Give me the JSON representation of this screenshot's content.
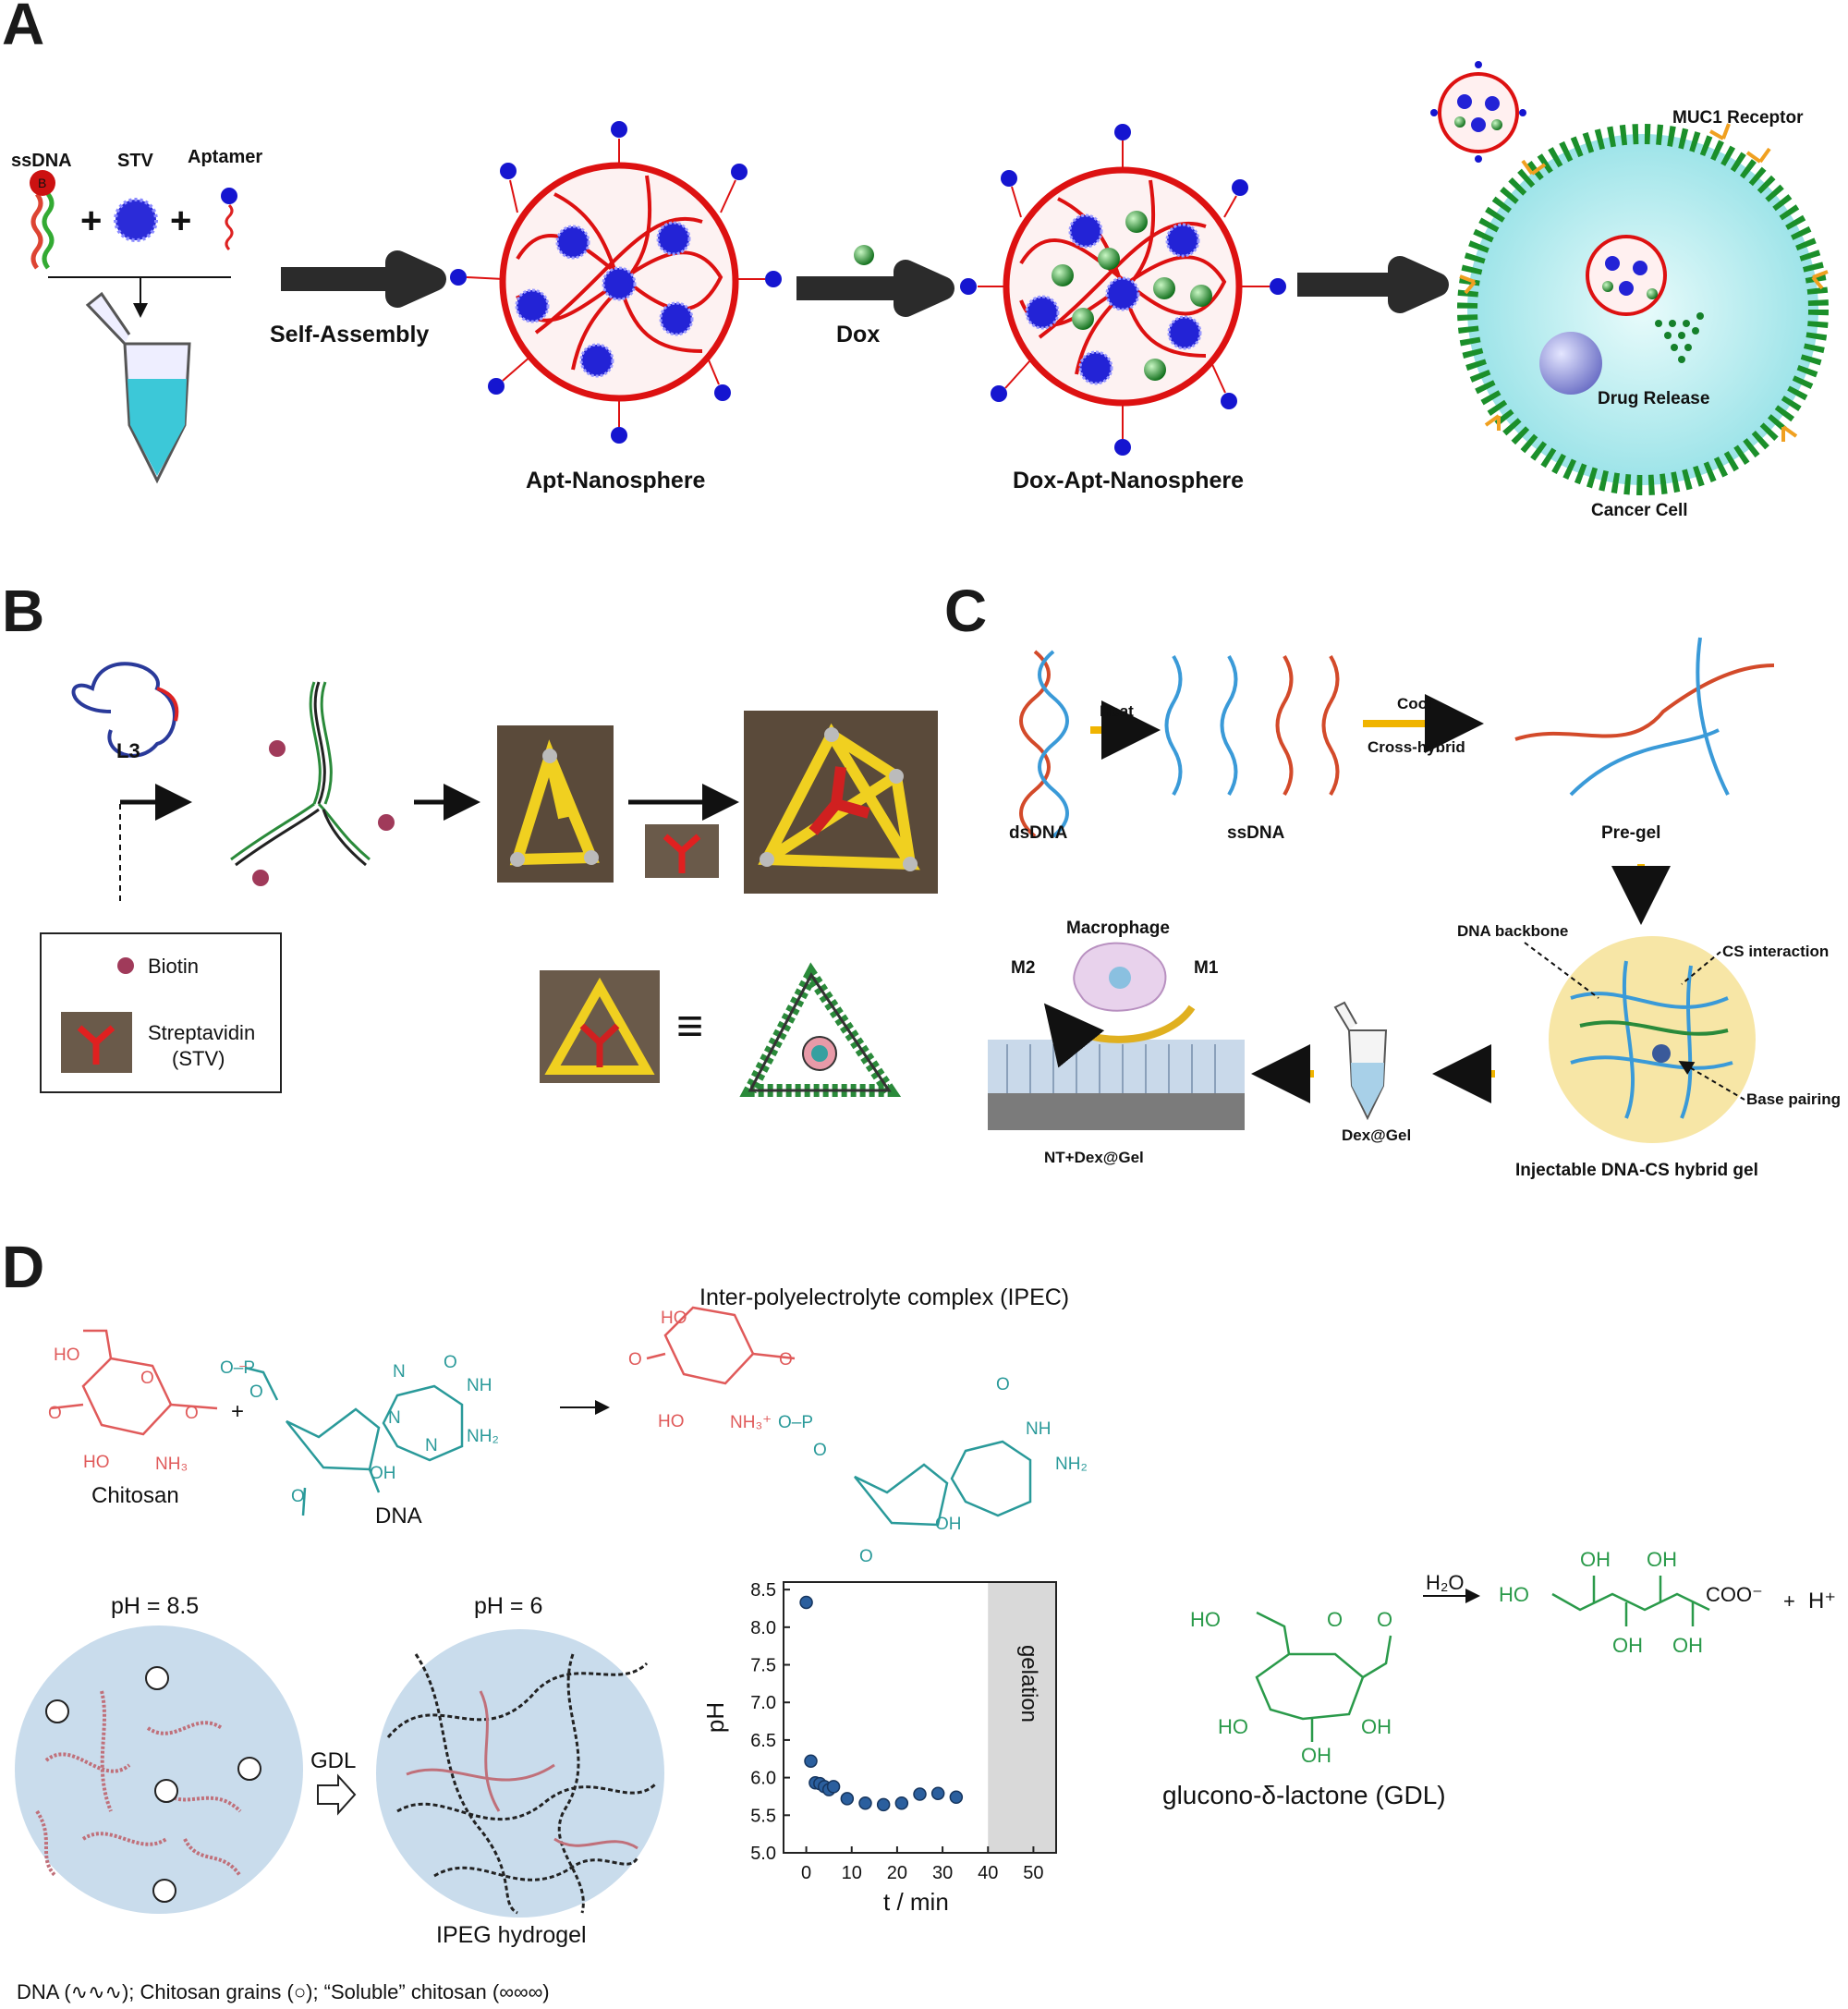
{
  "panels": {
    "a": "A",
    "b": "B",
    "c": "C",
    "d": "D"
  },
  "panel_a": {
    "ssdna": "ssDNA",
    "stv": "STV",
    "aptamer": "Aptamer",
    "biotin_mark": "B",
    "self_assembly": "Self-Assembly",
    "dox": "Dox",
    "apt_nanosphere": "Apt-Nanosphere",
    "dox_apt_nanosphere": "Dox-Apt-Nanosphere",
    "muc1": "MUC1 Receptor",
    "drug_release": "Drug Release",
    "cancer_cell": "Cancer Cell"
  },
  "panel_b": {
    "l3": "L3",
    "biotin": "Biotin",
    "streptavidin": "Streptavidin",
    "stv": "(STV)"
  },
  "panel_c": {
    "dsdna": "dsDNA",
    "heat": "Heat",
    "ssdna": "ssDNA",
    "cool": "Cool",
    "cross_hybrid": "Cross-hybrid",
    "pregel": "Pre-gel",
    "macrophage": "Macrophage",
    "m2": "M2",
    "m1": "M1",
    "dna_backbone": "DNA backbone",
    "cs_interaction": "CS interaction",
    "base_pairing": "Base pairing",
    "nt_dex_gel": "NT+Dex@Gel",
    "dex_gel": "Dex@Gel",
    "injectable": "Injectable DNA-CS hybrid gel"
  },
  "panel_d": {
    "ipec_title": "Inter-polyelectrolyte complex (IPEC)",
    "chitosan": "Chitosan",
    "dna": "DNA",
    "plus": "+",
    "ph_left": "pH = 8.5",
    "ph_right": "pH = 6",
    "gdl_arrow": "GDL",
    "ipeg": "IPEG hydrogel",
    "legend": "DNA (∿∿∿);  Chitosan grains (○);  “Soluble” chitosan (∞∞∞)",
    "gdl_name": "glucono-δ-lactone (GDL)",
    "h2o": "H₂O",
    "h_plus": "H⁺",
    "coo": "COO⁻"
  },
  "chart_data": {
    "type": "scatter",
    "xlabel": "t / min",
    "ylabel": "pH",
    "xlim": [
      -5,
      55
    ],
    "ylim": [
      5.0,
      8.6
    ],
    "xticks": [
      0,
      10,
      20,
      30,
      40,
      50
    ],
    "yticks": [
      5.0,
      5.5,
      6.0,
      6.5,
      7.0,
      7.5,
      8.0,
      8.5
    ],
    "x": [
      0,
      1,
      2,
      3,
      4,
      5,
      6,
      9,
      13,
      17,
      21,
      25,
      29,
      33
    ],
    "y": [
      8.33,
      6.22,
      5.93,
      5.92,
      5.88,
      5.84,
      5.88,
      5.72,
      5.66,
      5.64,
      5.66,
      5.78,
      5.79,
      5.74
    ],
    "shaded_region": {
      "from": 40,
      "to": 55,
      "label": "gelation"
    },
    "marker_color": "#2b5f9e",
    "shade_color": "#d9d9d9"
  }
}
